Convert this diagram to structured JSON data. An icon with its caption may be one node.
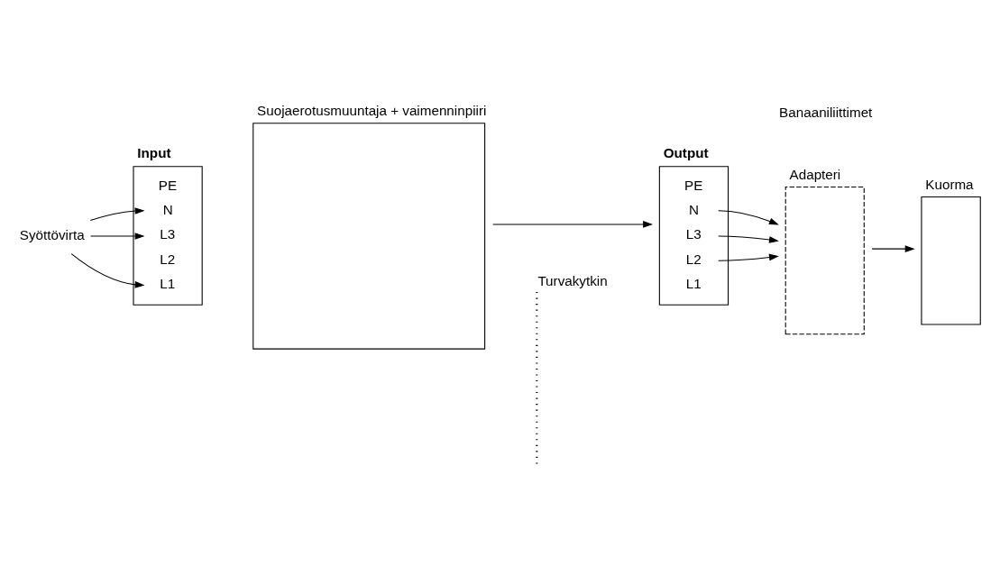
{
  "diagram": {
    "nodes": [
      {
        "text": [
          "Input",
          "PE",
          "N",
          "L3",
          "L2",
          "L1"
        ]
      },
      {
        "text": [
          "Suojaerotusmuuntaja + vaimenninpiiri"
        ]
      },
      {
        "text": [
          "Output",
          "PE",
          "N",
          "L3",
          "L2",
          "L1"
        ]
      },
      {
        "text": [
          "Adapteri"
        ]
      },
      {
        "text": [
          "Kuorma"
        ]
      },
      {
        "text": [
          "Syöttövirta"
        ]
      }
    ],
    "edges": [
      {
        "from": 5,
        "to": 0,
        "arrow": "to"
      },
      {
        "from": 5,
        "to": 0,
        "arrow": "to"
      },
      {
        "from": 5,
        "to": 0,
        "arrow": "to"
      },
      {
        "from": 1,
        "to": 2,
        "arrow": "to"
      },
      {
        "from": 2,
        "to": 3,
        "arrow": "to"
      },
      {
        "from": 2,
        "to": 3,
        "arrow": "to"
      },
      {
        "from": 2,
        "to": 3,
        "arrow": "to"
      },
      {
        "from": 3,
        "to": 4,
        "arrow": "to"
      }
    ],
    "labels": [
      "Turvakytkin",
      "Banaaniliittimet"
    ]
  }
}
